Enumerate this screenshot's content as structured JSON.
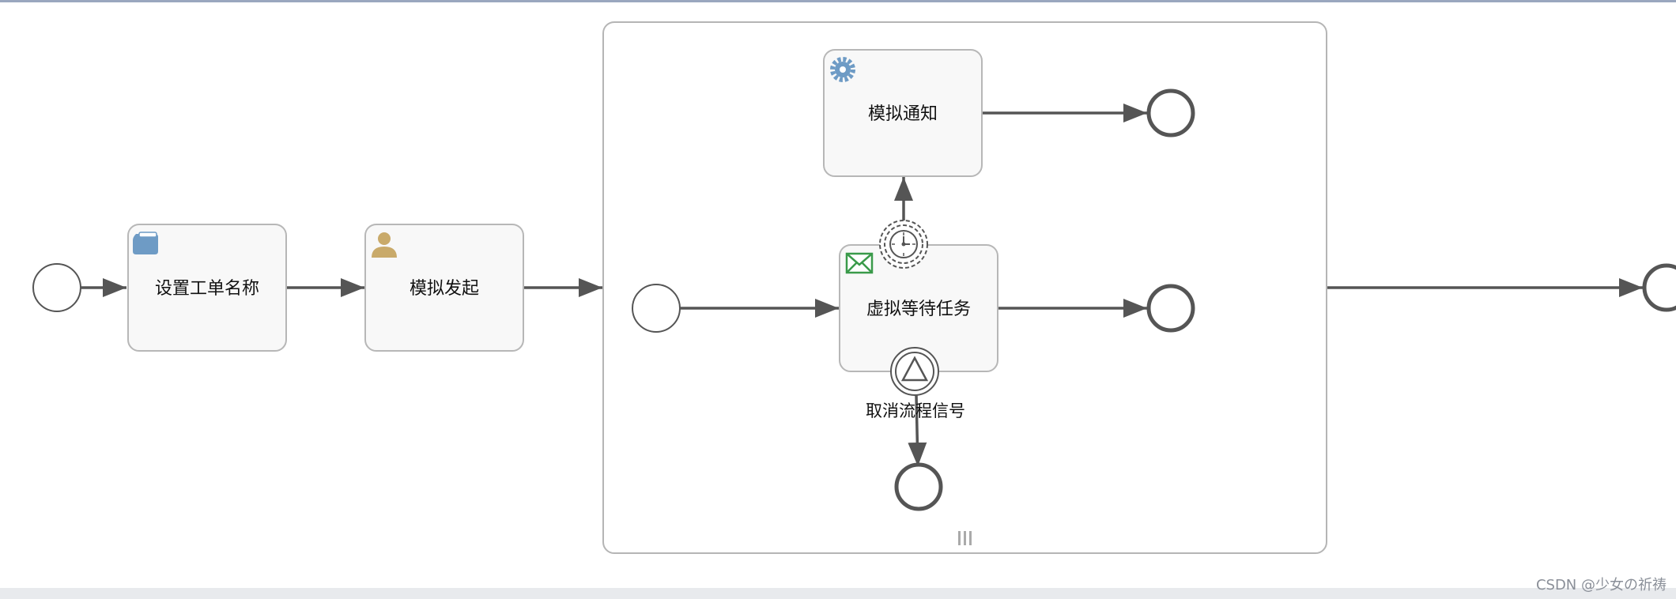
{
  "diagram": {
    "tasks": {
      "set_name": "设置工单名称",
      "simulate_start": "模拟发起",
      "simulate_notify": "模拟通知",
      "virtual_wait": "虚拟等待任务"
    },
    "events": {
      "cancel_signal": "取消流程信号"
    },
    "colors": {
      "task_fill": "#f8f8f8",
      "task_stroke": "#b7b7b7",
      "flow_stroke": "#555555",
      "script_icon": "#6e9bc5",
      "user_icon": "#c9aa6a",
      "service_icon": "#6e9bc5",
      "receive_icon": "#3a9a4a"
    },
    "icons": {
      "set_name": "script-icon",
      "simulate_start": "user-icon",
      "simulate_notify": "gear-icon",
      "virtual_wait": "envelope-icon",
      "timer_boundary": "clock-icon",
      "signal_boundary": "triangle-icon",
      "subprocess_marker": "parallel-multi-instance-icon"
    }
  },
  "watermark": "CSDN @少女の祈祷"
}
